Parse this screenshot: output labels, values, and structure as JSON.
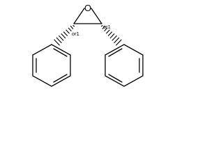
{
  "molecule": {
    "atoms": {
      "oxygen": "O"
    },
    "stereo_labels": {
      "left_carbon": "or1",
      "right_carbon": "or1"
    },
    "bond_color": "#000000"
  }
}
